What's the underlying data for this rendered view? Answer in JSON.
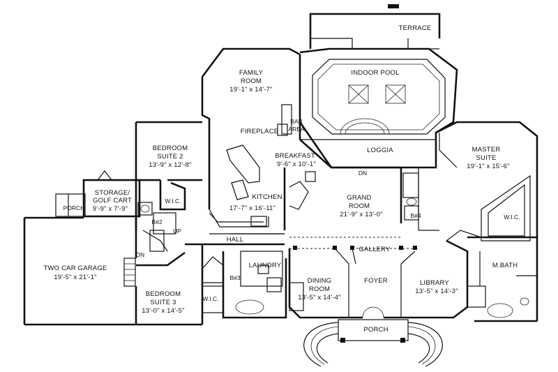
{
  "rooms": {
    "terrace": {
      "name": "TERRACE"
    },
    "indoor_pool": {
      "name": "INDOOR POOL"
    },
    "family_room": {
      "name1": "FAMILY",
      "name2": "ROOM",
      "dims": "19'-1\" x 14'-7\""
    },
    "bar_area": {
      "name1": "BAR",
      "name2": "AREA"
    },
    "fireplace": {
      "name": "FIREPLACE"
    },
    "breakfast": {
      "name": "BREAKFAST",
      "dims": "9'-6\" x 10'-1\""
    },
    "loggia": {
      "name": "LOGGIA"
    },
    "kitchen": {
      "name": "KITCHEN",
      "dims": "17'-7\" x 16'-11\""
    },
    "bedroom_suite_2": {
      "name1": "BEDROOM",
      "name2": "SUITE 2",
      "dims": "13'-9\" x 12'-8\""
    },
    "storage": {
      "name1": "STORAGE/",
      "name2": "GOLF CART",
      "dims": "9'-9\" x 7'-9\""
    },
    "porch_side": {
      "name": "PORCH"
    },
    "wic_left": {
      "name": "W.I.C."
    },
    "bath_2": {
      "name": "B#2"
    },
    "up": {
      "name": "UP"
    },
    "dn_left": {
      "name": "DN"
    },
    "dn_top": {
      "name": "DN"
    },
    "two_car_garage": {
      "name": "TWO CAR GARAGE",
      "dims": "19'-5\" x 21'-1\""
    },
    "hall": {
      "name": "HALL"
    },
    "laundry": {
      "name": "LAUNDRY"
    },
    "bath_3": {
      "name": "B#3"
    },
    "wic_b3": {
      "name": "W.I.C."
    },
    "bedroom_suite_3": {
      "name1": "BEDROOM",
      "name2": "SUITE 3",
      "dims": "13'-0\" x 14'-5\""
    },
    "grand_room": {
      "name1": "GRAND",
      "name2": "ROOM",
      "dims": "21'-9\" x 13'-0\""
    },
    "bath_4": {
      "name": "B#4"
    },
    "gallery": {
      "name": "GALLERY"
    },
    "dining_room": {
      "name1": "DINING",
      "name2": "ROOM",
      "dims": "13'-5\" x 14'-4\""
    },
    "foyer": {
      "name": "FOYER"
    },
    "library": {
      "name": "LIBRARY",
      "dims": "13'-5\" x 14'-3\""
    },
    "porch_front": {
      "name": "PORCH"
    },
    "master_suite": {
      "name1": "MASTER",
      "name2": "SUITE",
      "dims": "19'-1\" x 15'-6\""
    },
    "wic_master": {
      "name": "W.I.C."
    },
    "master_bath": {
      "name": "M.BATH"
    }
  }
}
